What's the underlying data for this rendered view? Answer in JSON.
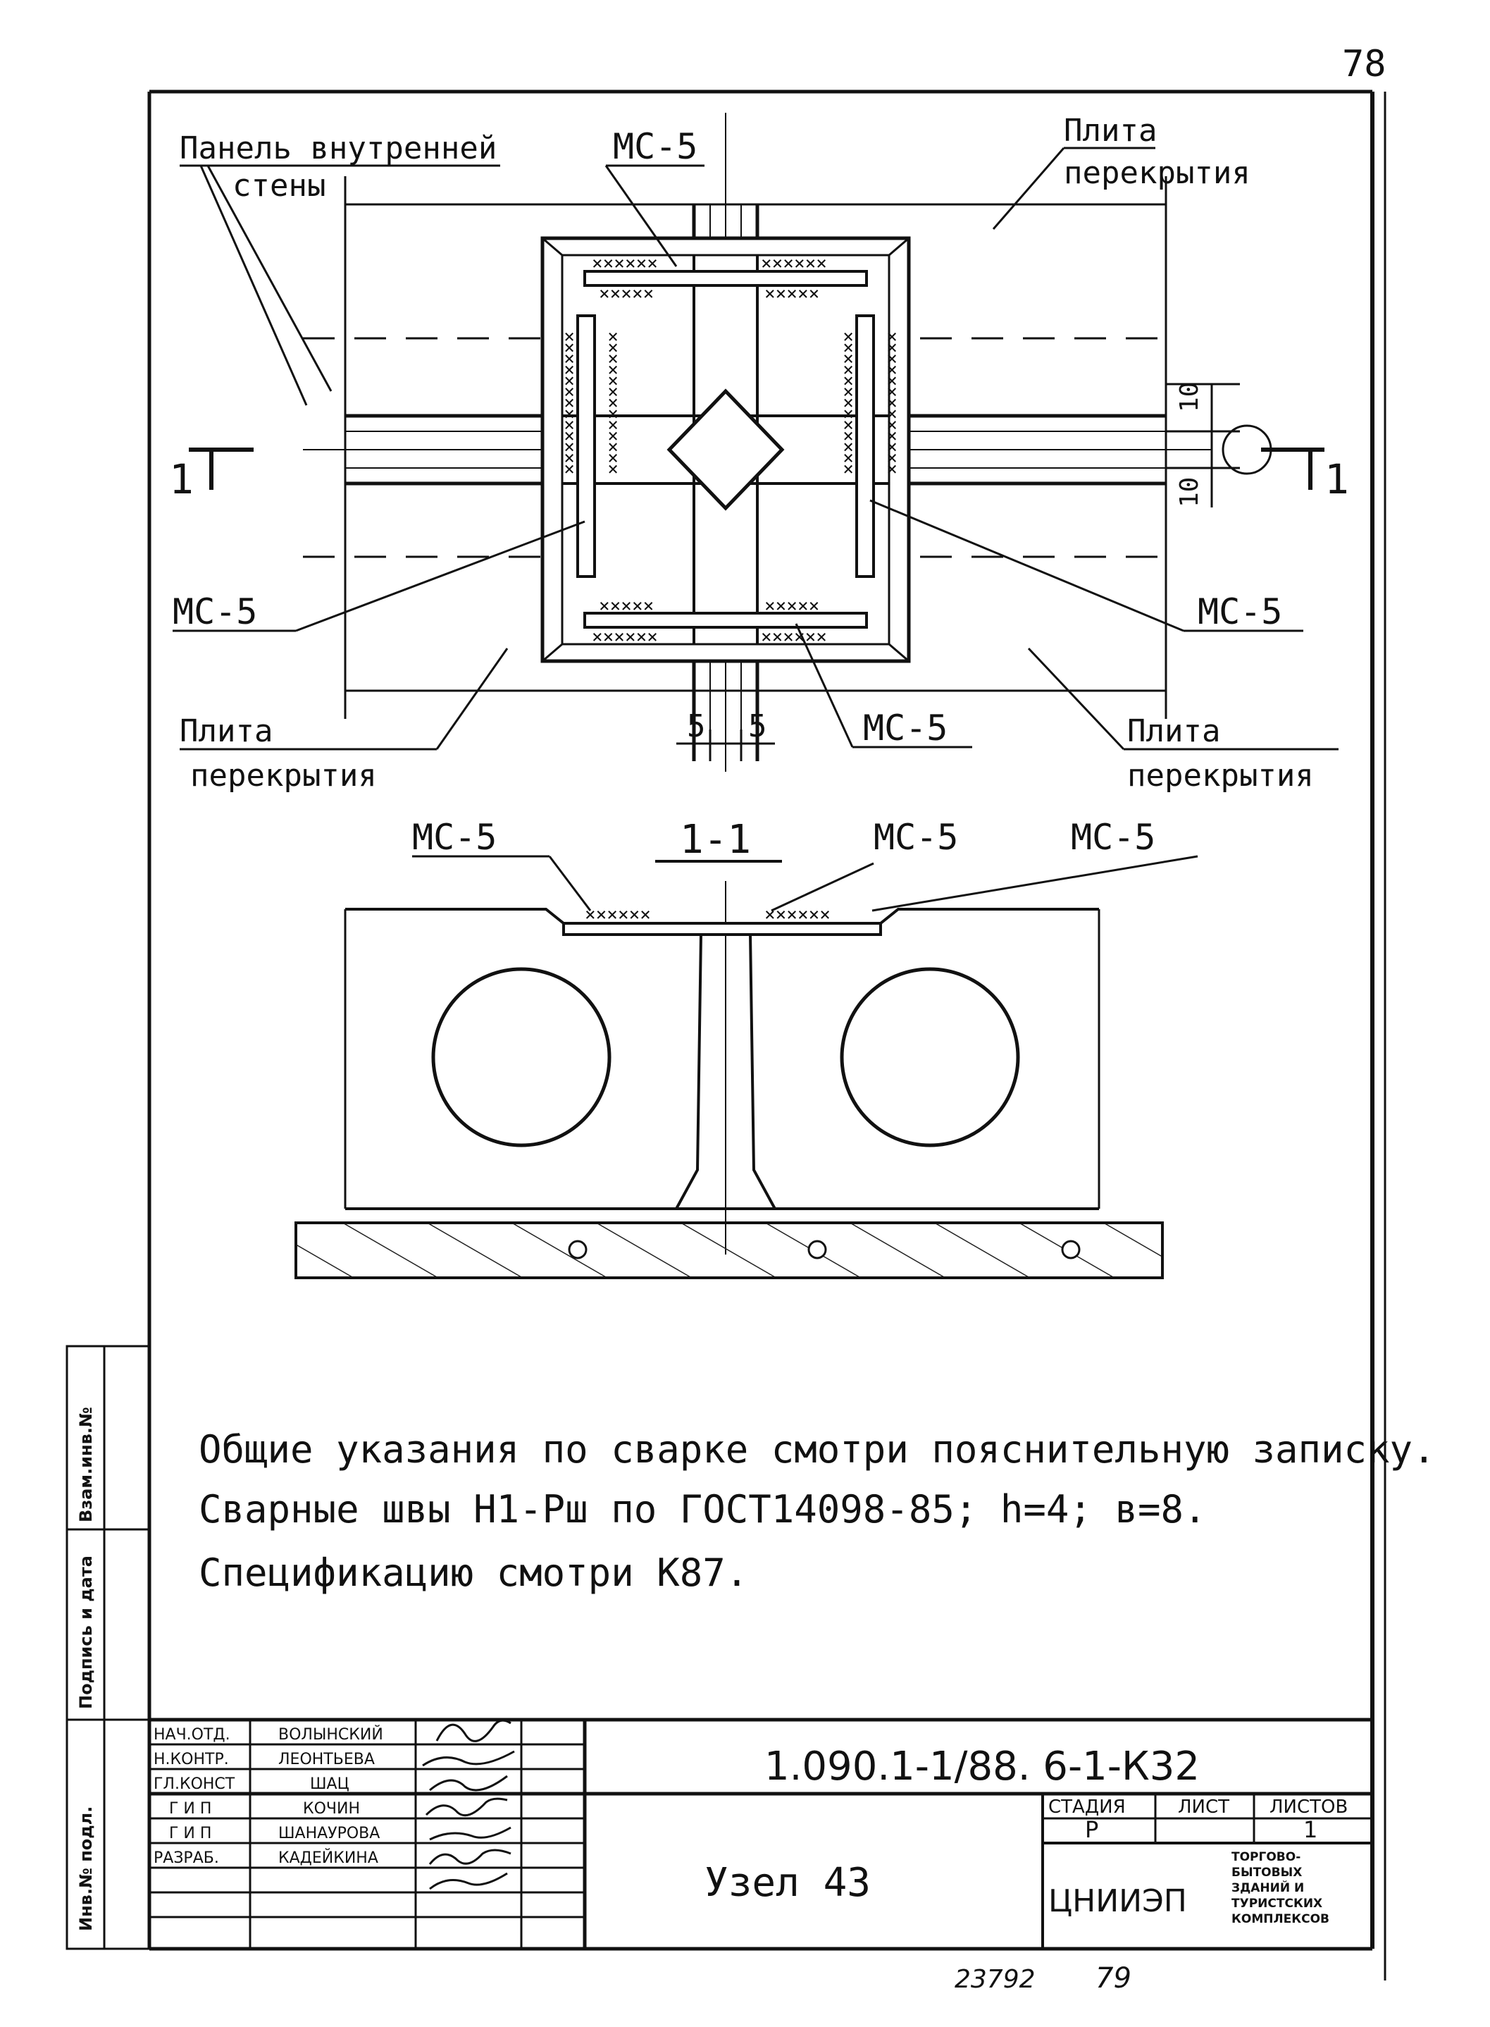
{
  "page_number": "78",
  "plan_labels": {
    "top_left_line1": "Панель внутренней",
    "top_left_line2": "стены",
    "top_center": "МС-5",
    "top_right_line1": "Плита",
    "top_right_line2": "перекрытия",
    "mid_left": "МС-5",
    "mid_right": "МС-5",
    "bottom_center": "МС-5",
    "bottom_left_line1": "Плита",
    "bottom_left_line2": "перекрытия",
    "bottom_right_line1": "Плита",
    "bottom_right_line2": "перекрытия",
    "section_mark": "1",
    "dim_10_top": "10",
    "dim_10_bottom": "10",
    "dim_5_left": "5",
    "dim_5_right": "5"
  },
  "section": {
    "title": "1-1",
    "label_left": "МС-5",
    "label_center": "МС-5",
    "label_right": "МС-5"
  },
  "notes": [
    "Общие указания по сварке смотри пояснительную записку.",
    "Сварные швы Н1-Рш по ГОСТ14098-85; h=4; в=8.",
    "Спецификацию смотри К87."
  ],
  "side_stamp": {
    "col1": "Взам.инв.№",
    "col2": "Подпись и дата",
    "col3": "Инв.№ подл."
  },
  "title_block": {
    "code": "1.090.1-1/88. 6-1-К32",
    "title": "Узел 43",
    "roles": [
      {
        "role": "НАЧ.ОТД.",
        "name": "ВОЛЫНСКИЙ"
      },
      {
        "role": "Н.КОНТР.",
        "name": "ЛЕОНТЬЕВА"
      },
      {
        "role": "ГЛ.КОНСТ",
        "name": "ШАЦ"
      },
      {
        "role": "Г И П",
        "name": "КОЧИН"
      },
      {
        "role": "Г И П",
        "name": "ШАНАУРОВА"
      },
      {
        "role": "РАЗРАБ.",
        "name": "КАДЕЙКИНА"
      }
    ],
    "stage_header": "СТАДИЯ",
    "sheet_header": "ЛИСТ",
    "sheets_header": "ЛИСТОВ",
    "stage": "Р",
    "sheets": "1",
    "org": "ЦНИИЭП",
    "org_desc": [
      "ТОРГОВО-",
      "БЫТОВЫХ",
      "ЗДАНИЙ И",
      "ТУРИСТСКИХ",
      "КОМПЛЕКСОВ"
    ]
  },
  "footer": {
    "left": "23792",
    "right": "79"
  }
}
